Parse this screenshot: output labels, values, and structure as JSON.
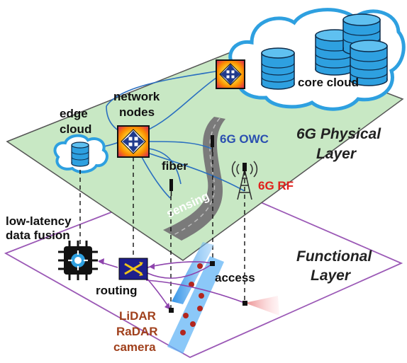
{
  "layers": {
    "physical": "6G Physical",
    "physical_line2": "Layer",
    "functional": "Functional",
    "functional_line2": "Layer"
  },
  "labels": {
    "core_cloud": "core cloud",
    "network_nodes_1": "network",
    "network_nodes_2": "nodes",
    "edge_cloud_1": "edge",
    "edge_cloud_2": "cloud",
    "owc": "6G OWC",
    "fiber": "fiber",
    "rf": "6G RF",
    "sensing": "sensing",
    "low_latency_1": "low-latency",
    "low_latency_2": "data fusion",
    "routing": "routing",
    "access": "access",
    "sensor_1": "LiDAR",
    "sensor_2": "RaDAR",
    "sensor_3": "camera"
  },
  "colors": {
    "physical_plane": "#c8e8c4",
    "functional_border": "#9b59b6",
    "cloud_outline": "#2ea0e0",
    "database_fill": "#2ea0e0",
    "fiber_line": "#2a6fc0",
    "road": "#777777",
    "label_blue": "#2a4fb0",
    "label_red": "#e0201b",
    "label_brown": "#a0401c",
    "routing_box": "#1f1f8c",
    "routing_x": "#f0c419"
  },
  "icons": [
    "node-router-icon",
    "database-icon",
    "cloud-icon",
    "antenna-icon",
    "chip-icon",
    "routing-switch-icon"
  ]
}
